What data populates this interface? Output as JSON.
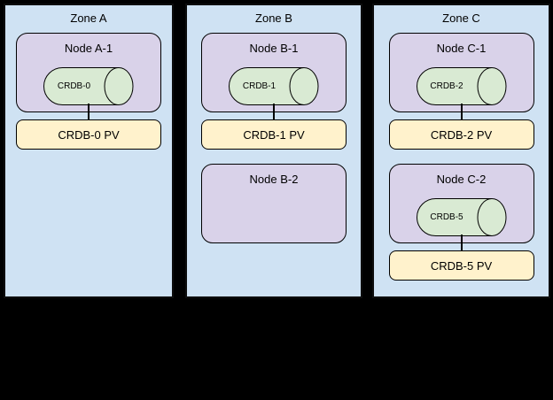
{
  "colors": {
    "canvas_bg": "#000000",
    "zone_fill": "#cfe2f3",
    "zone_border": "#0d0d0d",
    "node_fill": "#d9d2e9",
    "node_border": "#000000",
    "db_fill": "#d9ead3",
    "db_border": "#000000",
    "pv_fill": "#fff2cc",
    "pv_border": "#000000",
    "connector": "#000000",
    "text": "#000000"
  },
  "diagram": {
    "zones": [
      {
        "label": "Zone A",
        "nodes": [
          {
            "label": "Node A-1",
            "db": "CRDB-0",
            "pv": "CRDB-0 PV"
          }
        ]
      },
      {
        "label": "Zone B",
        "nodes": [
          {
            "label": "Node B-1",
            "db": "CRDB-1",
            "pv": "CRDB-1 PV"
          },
          {
            "label": "Node B-2"
          }
        ]
      },
      {
        "label": "Zone C",
        "nodes": [
          {
            "label": "Node C-1",
            "db": "CRDB-2",
            "pv": "CRDB-2 PV"
          },
          {
            "label": "Node C-2",
            "db": "CRDB-5",
            "pv": "CRDB-5 PV"
          }
        ]
      }
    ]
  }
}
